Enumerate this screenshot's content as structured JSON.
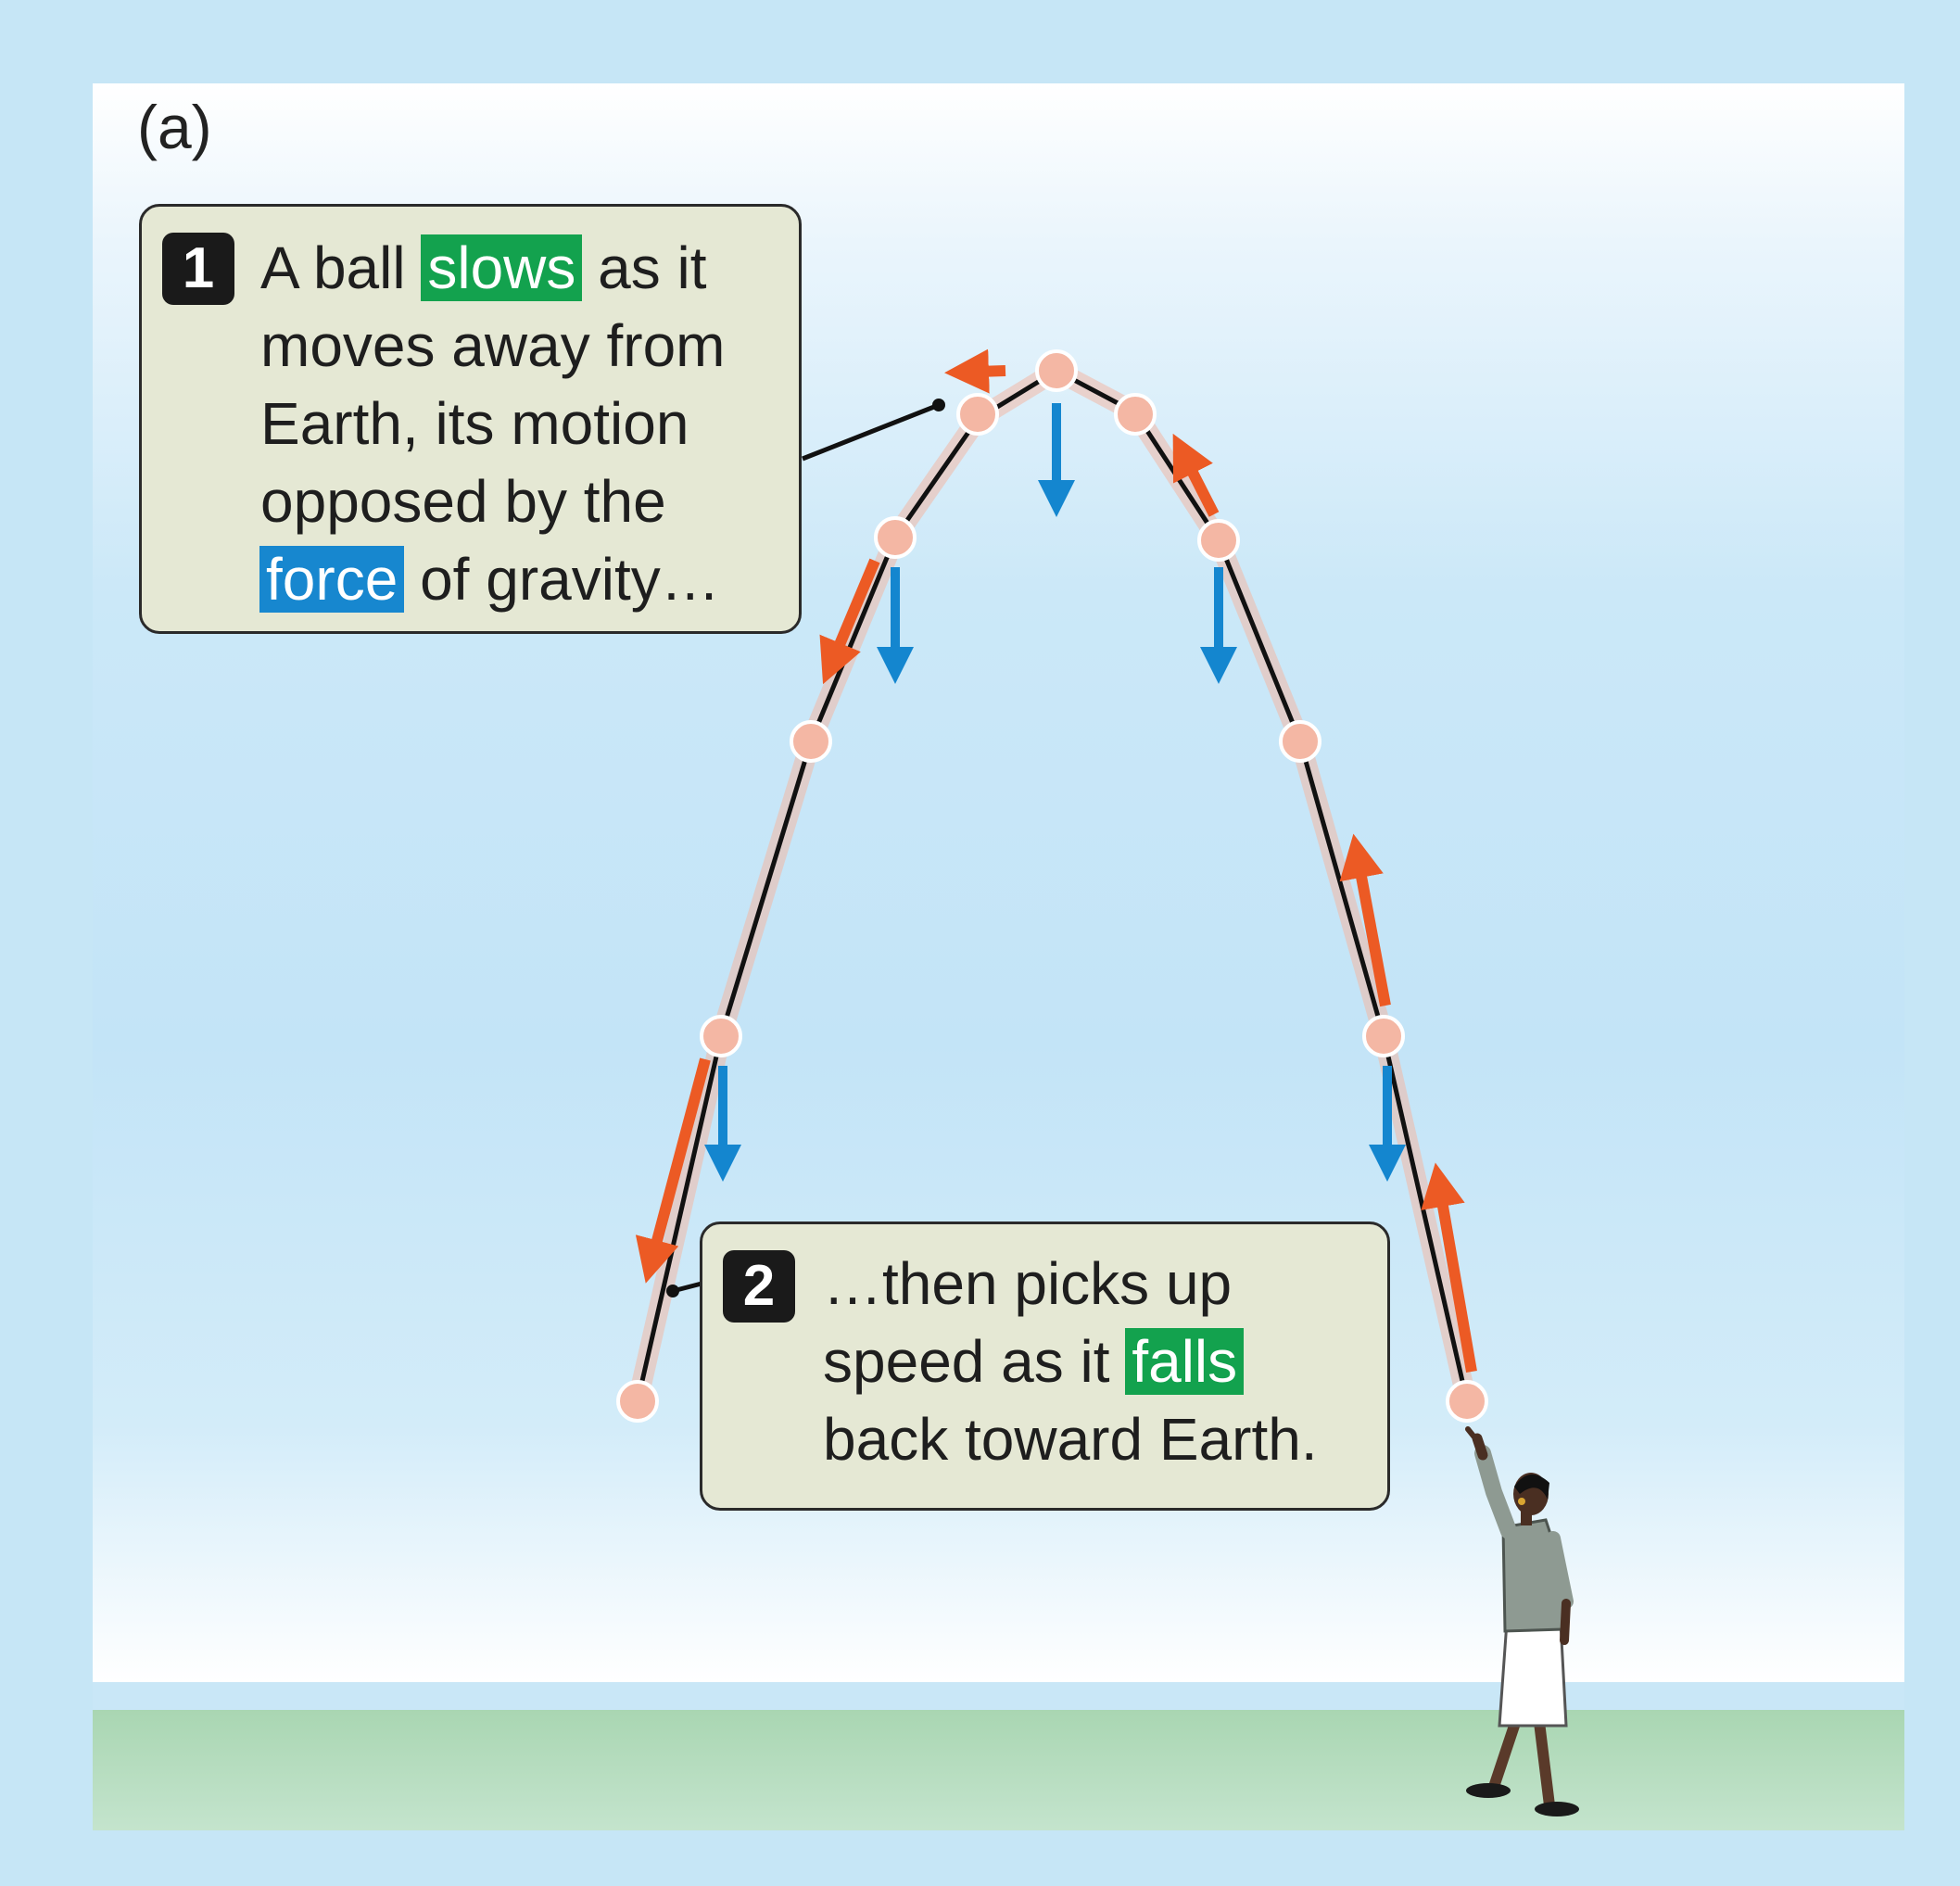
{
  "panel_label": "(a)",
  "callout_1": {
    "number": "1",
    "line_1_pre": "A ball ",
    "line_1_highlight": "slows",
    "line_1_post": " as it",
    "line_2": "moves away from",
    "line_3": "Earth, its motion",
    "line_4": "opposed by the",
    "line_5_highlight": "force",
    "line_5_post": " of gravity…"
  },
  "callout_2": {
    "number": "2",
    "line_1": "…then picks up",
    "line_2_pre": "speed as it ",
    "line_2_highlight": "falls",
    "line_3": "back toward Earth."
  },
  "colors": {
    "velocity_arrow": "#ec5a24",
    "gravity_arrow": "#1486cf",
    "ball": "#f4b7a4",
    "trajectory": "#111111",
    "highlight_green": "#13a24e",
    "highlight_blue": "#1787cf"
  }
}
